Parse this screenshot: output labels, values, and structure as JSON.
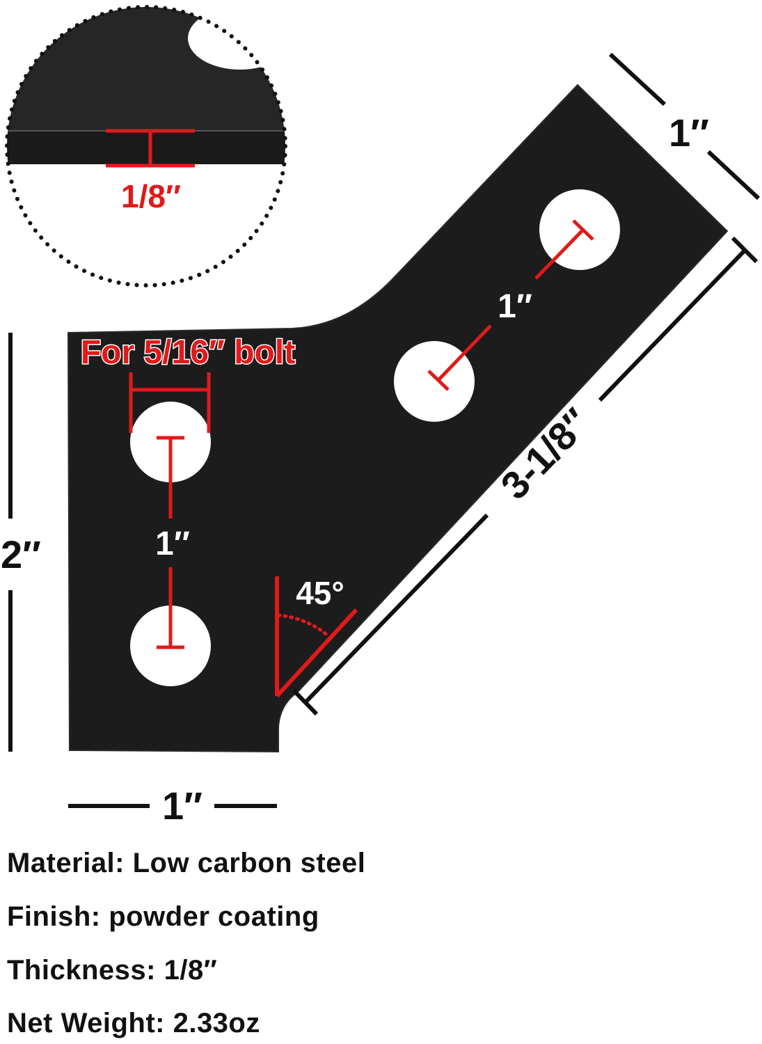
{
  "colors": {
    "plate": "#1c1c1c",
    "plate_edge": "#2a2a2a",
    "accent": "#e01a1a",
    "dimension": "#111111",
    "hole": "#ffffff"
  },
  "inset": {
    "thickness_label": "1/8″"
  },
  "dimensions": {
    "top_width": "1″",
    "diagonal_length": "3-1/8″",
    "left_height": "2″",
    "bottom_width": "1″",
    "hole_spacing_vertical": "1″",
    "hole_spacing_diagonal": "1″",
    "bolt_label": "For 5/16″ bolt",
    "angle": "45°"
  },
  "specs": [
    {
      "label": "Material",
      "value": "Low carbon steel"
    },
    {
      "label": "Finish",
      "value": "powder coating"
    },
    {
      "label": "Thickness",
      "value": "1/8″"
    },
    {
      "label": "Net Weight",
      "value": "2.33oz"
    }
  ],
  "specs_text": [
    "Material: Low carbon steel",
    "Finish: powder coating",
    "Thickness: 1/8″",
    "Net Weight: 2.33oz"
  ]
}
